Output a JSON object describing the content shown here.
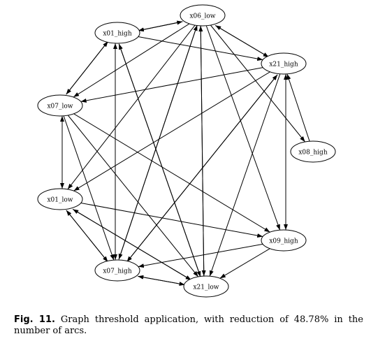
{
  "graph": {
    "nodes": [
      {
        "id": "x06_low",
        "label": "x06_low"
      },
      {
        "id": "x01_high",
        "label": "x01_high"
      },
      {
        "id": "x21_high",
        "label": "x21_high"
      },
      {
        "id": "x07_low",
        "label": "x07_low"
      },
      {
        "id": "x08_high",
        "label": "x08_high"
      },
      {
        "id": "x01_low",
        "label": "x01_low"
      },
      {
        "id": "x09_high",
        "label": "x09_high"
      },
      {
        "id": "x07_high",
        "label": "x07_high"
      },
      {
        "id": "x21_low",
        "label": "x21_low"
      }
    ],
    "edges": [
      [
        "x01_high",
        "x06_low"
      ],
      [
        "x06_low",
        "x01_high"
      ],
      [
        "x01_high",
        "x21_high"
      ],
      [
        "x06_low",
        "x21_high"
      ],
      [
        "x21_high",
        "x06_low"
      ],
      [
        "x06_low",
        "x08_high"
      ],
      [
        "x01_high",
        "x07_low"
      ],
      [
        "x07_low",
        "x01_high"
      ],
      [
        "x06_low",
        "x07_low"
      ],
      [
        "x21_high",
        "x07_low"
      ],
      [
        "x07_low",
        "x01_low"
      ],
      [
        "x01_low",
        "x07_low"
      ],
      [
        "x06_low",
        "x01_low"
      ],
      [
        "x21_high",
        "x01_low"
      ],
      [
        "x21_high",
        "x09_high"
      ],
      [
        "x09_high",
        "x21_high"
      ],
      [
        "x08_high",
        "x21_high"
      ],
      [
        "x07_low",
        "x09_high"
      ],
      [
        "x01_low",
        "x09_high"
      ],
      [
        "x06_low",
        "x09_high"
      ],
      [
        "x01_high",
        "x07_high"
      ],
      [
        "x06_low",
        "x07_high"
      ],
      [
        "x21_high",
        "x07_high"
      ],
      [
        "x01_low",
        "x07_high"
      ],
      [
        "x07_low",
        "x07_high"
      ],
      [
        "x09_high",
        "x07_high"
      ],
      [
        "x01_high",
        "x21_low"
      ],
      [
        "x06_low",
        "x21_low"
      ],
      [
        "x07_low",
        "x21_low"
      ],
      [
        "x01_low",
        "x21_low"
      ],
      [
        "x09_high",
        "x21_low"
      ],
      [
        "x21_high",
        "x21_low"
      ],
      [
        "x07_high",
        "x21_low"
      ],
      [
        "x21_low",
        "x07_high"
      ],
      [
        "x07_high",
        "x01_low"
      ],
      [
        "x21_low",
        "x01_low"
      ],
      [
        "x07_high",
        "x06_low"
      ],
      [
        "x07_high",
        "x01_high"
      ],
      [
        "x07_high",
        "x21_high"
      ],
      [
        "x21_low",
        "x06_low"
      ],
      [
        "x21_low",
        "x01_high"
      ]
    ]
  },
  "caption": {
    "label": "Fig. 11.",
    "text": "Graph threshold application, with reduction of 48.78% in the number of arcs."
  }
}
